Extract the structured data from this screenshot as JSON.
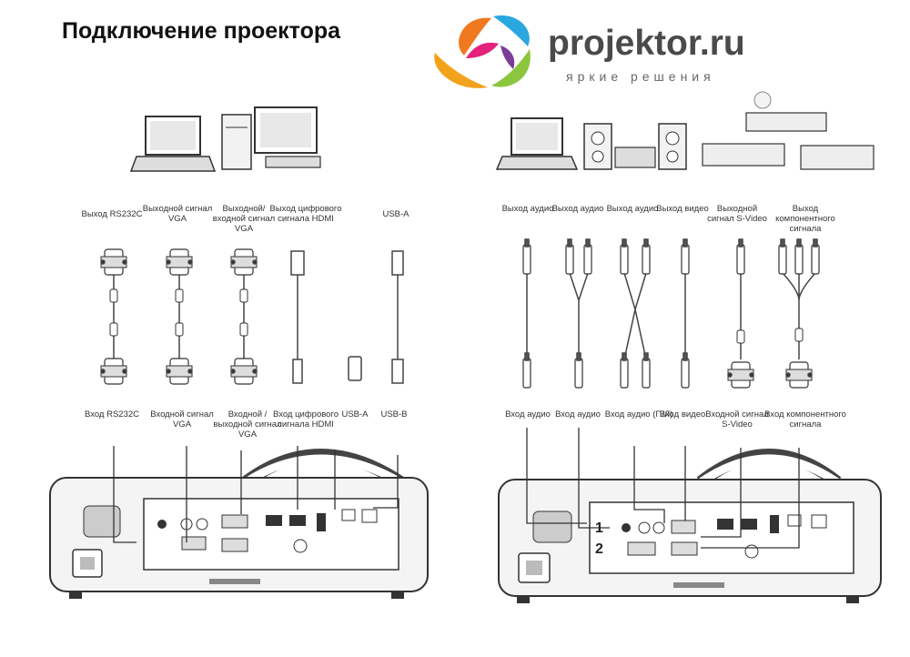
{
  "title": "Подключение проектора",
  "logo": {
    "brand": "projektor.ru",
    "tagline": "яркие решения"
  },
  "left": {
    "top_labels": [
      "Выход RS232C",
      "Выходной сигнал VGA",
      "Выходной/ входной сигнал VGA",
      "Выход цифрового сигнала HDMI",
      "USB-A"
    ],
    "bottom_labels": [
      "Вход RS232C",
      "Входной сигнал VGA",
      "Входной /выходной сигнал VGA",
      "Вход цифрового сигнала HDMI",
      "USB-A",
      "USB-B"
    ]
  },
  "right": {
    "top_labels": [
      "Выход аудио",
      "Выход аудио",
      "Выход аудио",
      "Выход видео",
      "Выходной сигнал S-Video",
      "Выход компонентного сигнала"
    ],
    "bottom_labels": [
      "Вход аудио",
      "Вход аудио",
      "Вход аудио (П/Л)",
      "Вход видео",
      "Входной сигнал S-Video",
      "Вход компонентного сигнала"
    ]
  },
  "ports": {
    "one": "1",
    "two": "2"
  }
}
